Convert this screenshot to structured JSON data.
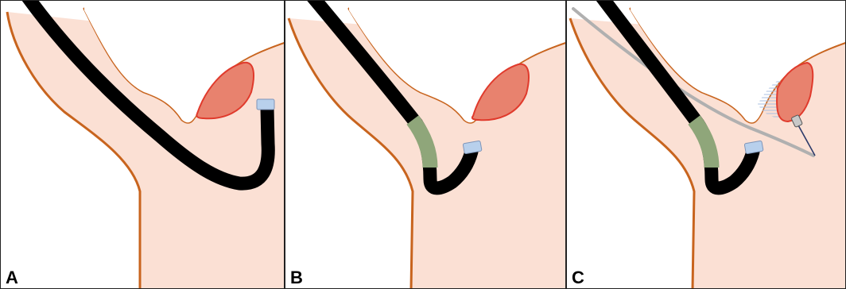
{
  "panels": [
    {
      "label": "A"
    },
    {
      "label": "B"
    },
    {
      "label": "C"
    }
  ],
  "colors": {
    "tissue_fill": "#fbe0d4",
    "tissue_outline": "#c8641e",
    "lesion_fill": "#e8826e",
    "lesion_outline": "#e03a2c",
    "scope": "#000000",
    "scope_tip": "#b8d0ec",
    "bend_section": "#8fa67a",
    "wire": "#b0b0b0",
    "needle": "#2c3a6a",
    "hatch": "#a8bfe0"
  }
}
